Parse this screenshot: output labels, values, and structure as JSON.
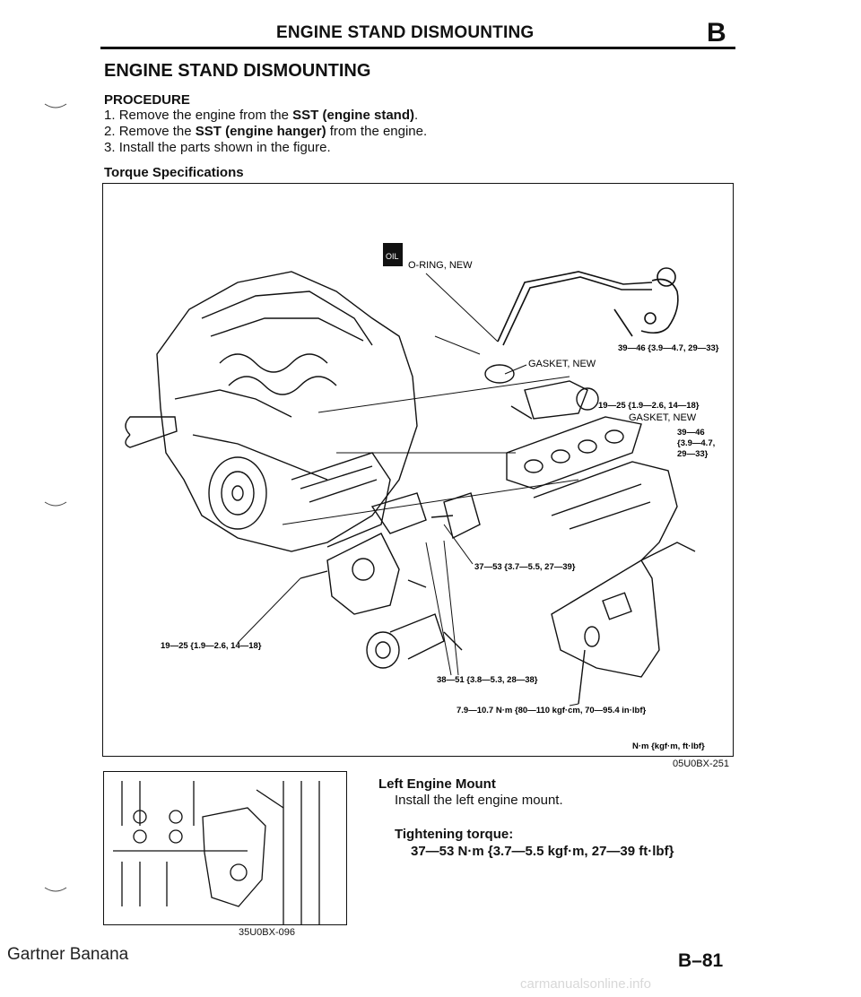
{
  "header": {
    "title": "ENGINE STAND DISMOUNTING",
    "section_letter": "B"
  },
  "section_title": "ENGINE STAND DISMOUNTING",
  "procedure": {
    "label": "PROCEDURE",
    "steps": [
      {
        "num": "1.",
        "pre": "Remove the engine from the ",
        "bold": "SST (engine stand)",
        "post": "."
      },
      {
        "num": "2.",
        "pre": "Remove the ",
        "bold": "SST (engine hanger)",
        "post": " from the engine."
      },
      {
        "num": "3.",
        "pre": "Install the parts shown in the figure.",
        "bold": "",
        "post": ""
      }
    ]
  },
  "torque_specs_label": "Torque Specifications",
  "figure": {
    "oil_label": "OIL",
    "callouts": {
      "oring": "O-RING, NEW",
      "gasket1": "GASKET, NEW",
      "gasket2": "GASKET, NEW",
      "t_39_46_a": "39—46 {3.9—4.7, 29—33}",
      "t_19_25_a": "19—25 {1.9—2.6, 14—18}",
      "t_39_46_b1": "39—46",
      "t_39_46_b2": "{3.9—4.7,",
      "t_39_46_b3": "29—33}",
      "t_37_53": "37—53 {3.7—5.5, 27—39}",
      "t_19_25_b": "19—25 {1.9—2.6, 14—18}",
      "t_38_51": "38—51 {3.8—5.3, 28—38}",
      "t_79_107": "7.9—10.7 N·m {80—110 kgf·cm, 70—95.4 in·lbf}",
      "units": "N·m {kgf·m, ft·lbf}"
    },
    "code": "05U0BX-251"
  },
  "left_mount": {
    "title": "Left Engine Mount",
    "text": "Install the left engine mount.",
    "tightening_label": "Tightening torque:",
    "tightening_value": "37—53 N·m {3.7—5.5 kgf·m, 27—39 ft·lbf}",
    "figure_code": "35U0BX-096"
  },
  "page_number": "B–81",
  "watermark": "Gartner Banana",
  "site": "carmanualsonline.info"
}
